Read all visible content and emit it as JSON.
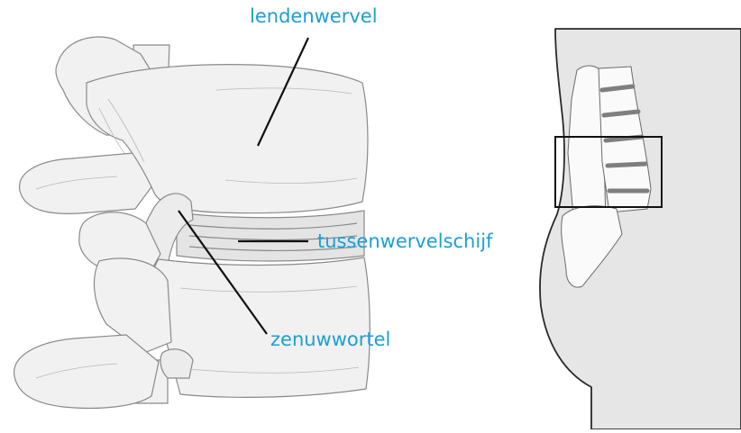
{
  "labels": {
    "lumbar_vertebra": "lendenwervel",
    "intervertebral_disc": "tussenwervelschijf",
    "nerve_root": "zenuwwortel"
  },
  "colors": {
    "label_text": "#1a9fd8",
    "leader_line": "#111111",
    "bone_fill": "#f1f1f1",
    "bone_stroke": "#8a8a8a",
    "disc_fill": "#e4e4e4",
    "body_fill": "#e6e6e6",
    "body_stroke": "#2a2a2a",
    "spine_disc": "#7f7f7f",
    "highlight_box": "#111111"
  }
}
